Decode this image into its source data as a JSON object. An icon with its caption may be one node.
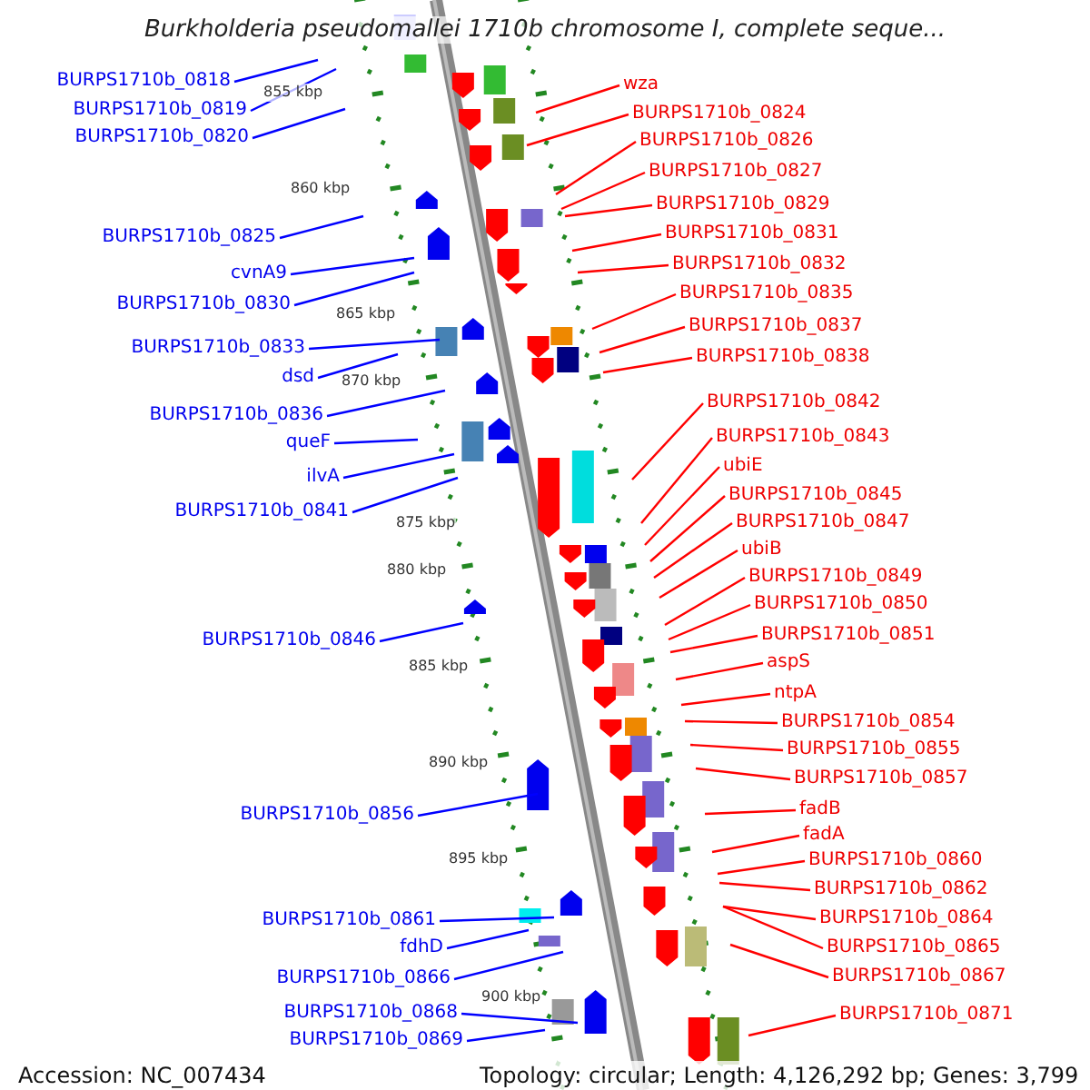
{
  "diagram": {
    "title": "Burkholderia pseudomallei 1710b chromosome I, complete seque...",
    "nodes": [
      {
        "text": [
          "BURPS1710b_0818"
        ]
      },
      {
        "text": [
          "BURPS1710b_0819"
        ]
      },
      {
        "text": [
          "BURPS1710b_0820"
        ]
      },
      {
        "text": [
          "BURPS1710b_0825"
        ]
      },
      {
        "text": [
          "cvnA9"
        ]
      },
      {
        "text": [
          "BURPS1710b_0830"
        ]
      },
      {
        "text": [
          "BURPS1710b_0833"
        ]
      },
      {
        "text": [
          "dsd"
        ]
      },
      {
        "text": [
          "BURPS1710b_0836"
        ]
      },
      {
        "text": [
          "queF"
        ]
      },
      {
        "text": [
          "ilvA"
        ]
      },
      {
        "text": [
          "BURPS1710b_0841"
        ]
      },
      {
        "text": [
          "BURPS1710b_0846"
        ]
      },
      {
        "text": [
          "BURPS1710b_0856"
        ]
      },
      {
        "text": [
          "BURPS1710b_0861"
        ]
      },
      {
        "text": [
          "fdhD"
        ]
      },
      {
        "text": [
          "BURPS1710b_0866"
        ]
      },
      {
        "text": [
          "BURPS1710b_0868"
        ]
      },
      {
        "text": [
          "BURPS1710b_0869"
        ]
      },
      {
        "text": [
          "wza"
        ]
      },
      {
        "text": [
          "BURPS1710b_0824"
        ]
      },
      {
        "text": [
          "BURPS1710b_0826"
        ]
      },
      {
        "text": [
          "BURPS1710b_0827"
        ]
      },
      {
        "text": [
          "BURPS1710b_0829"
        ]
      },
      {
        "text": [
          "BURPS1710b_0831"
        ]
      },
      {
        "text": [
          "BURPS1710b_0832"
        ]
      },
      {
        "text": [
          "BURPS1710b_0835"
        ]
      },
      {
        "text": [
          "BURPS1710b_0837"
        ]
      },
      {
        "text": [
          "BURPS1710b_0838"
        ]
      },
      {
        "text": [
          "BURPS1710b_0842"
        ]
      },
      {
        "text": [
          "BURPS1710b_0843"
        ]
      },
      {
        "text": [
          "ubiE"
        ]
      },
      {
        "text": [
          "BURPS1710b_0845"
        ]
      },
      {
        "text": [
          "BURPS1710b_0847"
        ]
      },
      {
        "text": [
          "ubiB"
        ]
      },
      {
        "text": [
          "BURPS1710b_0849"
        ]
      },
      {
        "text": [
          "BURPS1710b_0850"
        ]
      },
      {
        "text": [
          "BURPS1710b_0851"
        ]
      },
      {
        "text": [
          "aspS"
        ]
      },
      {
        "text": [
          "ntpA"
        ]
      },
      {
        "text": [
          "BURPS1710b_0854"
        ]
      },
      {
        "text": [
          "BURPS1710b_0855"
        ]
      },
      {
        "text": [
          "BURPS1710b_0857"
        ]
      },
      {
        "text": [
          "fadB"
        ]
      },
      {
        "text": [
          "fadA"
        ]
      },
      {
        "text": [
          "BURPS1710b_0860"
        ]
      },
      {
        "text": [
          "BURPS1710b_0862"
        ]
      },
      {
        "text": [
          "BURPS1710b_0864"
        ]
      },
      {
        "text": [
          "BURPS1710b_0865"
        ]
      },
      {
        "text": [
          "BURPS1710b_0867"
        ]
      },
      {
        "text": [
          "BURPS1710b_0871"
        ]
      }
    ],
    "edges": [
      {
        "from": 0,
        "to": null,
        "arrow": "none",
        "color": "#0000ff"
      },
      {
        "from": 1,
        "to": null,
        "arrow": "none",
        "color": "#0000ff"
      },
      {
        "from": 2,
        "to": null,
        "arrow": "none",
        "color": "#0000ff"
      },
      {
        "from": 3,
        "to": null,
        "arrow": "none",
        "color": "#0000ff"
      },
      {
        "from": 4,
        "to": null,
        "arrow": "none",
        "color": "#0000ff"
      },
      {
        "from": 5,
        "to": null,
        "arrow": "none",
        "color": "#0000ff"
      },
      {
        "from": 6,
        "to": null,
        "arrow": "none",
        "color": "#0000ff"
      },
      {
        "from": 7,
        "to": null,
        "arrow": "none",
        "color": "#0000ff"
      },
      {
        "from": 8,
        "to": null,
        "arrow": "none",
        "color": "#0000ff"
      },
      {
        "from": 9,
        "to": null,
        "arrow": "none",
        "color": "#0000ff"
      },
      {
        "from": 10,
        "to": null,
        "arrow": "none",
        "color": "#0000ff"
      },
      {
        "from": 11,
        "to": null,
        "arrow": "none",
        "color": "#0000ff"
      },
      {
        "from": 12,
        "to": null,
        "arrow": "none",
        "color": "#0000ff"
      },
      {
        "from": 13,
        "to": null,
        "arrow": "none",
        "color": "#0000ff"
      },
      {
        "from": 14,
        "to": null,
        "arrow": "none",
        "color": "#0000ff"
      },
      {
        "from": 15,
        "to": null,
        "arrow": "none",
        "color": "#0000ff"
      },
      {
        "from": 16,
        "to": null,
        "arrow": "none",
        "color": "#0000ff"
      },
      {
        "from": 17,
        "to": null,
        "arrow": "none",
        "color": "#0000ff"
      },
      {
        "from": 18,
        "to": null,
        "arrow": "none",
        "color": "#0000ff"
      },
      {
        "from": 19,
        "to": null,
        "arrow": "none"
      },
      {
        "from": 20,
        "to": null,
        "arrow": "none"
      },
      {
        "from": 21,
        "to": null,
        "arrow": "none"
      },
      {
        "from": 22,
        "to": null,
        "arrow": "none"
      },
      {
        "from": 23,
        "to": null,
        "arrow": "none"
      },
      {
        "from": 24,
        "to": null,
        "arrow": "none"
      },
      {
        "from": 25,
        "to": null,
        "arrow": "none"
      },
      {
        "from": 26,
        "to": null,
        "arrow": "none"
      },
      {
        "from": 27,
        "to": null,
        "arrow": "none"
      },
      {
        "from": 28,
        "to": null,
        "arrow": "none"
      },
      {
        "from": 29,
        "to": null,
        "arrow": "none"
      },
      {
        "from": 30,
        "to": null,
        "arrow": "none"
      },
      {
        "from": 31,
        "to": null,
        "arrow": "none"
      },
      {
        "from": 32,
        "to": null,
        "arrow": "none"
      },
      {
        "from": 33,
        "to": null,
        "arrow": "none"
      },
      {
        "from": 34,
        "to": null,
        "arrow": "none"
      },
      {
        "from": 35,
        "to": null,
        "arrow": "none"
      },
      {
        "from": 36,
        "to": null,
        "arrow": "none"
      },
      {
        "from": 37,
        "to": null,
        "arrow": "none"
      },
      {
        "from": 38,
        "to": null,
        "arrow": "none"
      },
      {
        "from": 39,
        "to": null,
        "arrow": "none"
      },
      {
        "from": 40,
        "to": null,
        "arrow": "none"
      },
      {
        "from": 41,
        "to": null,
        "arrow": "none"
      },
      {
        "from": 42,
        "to": null,
        "arrow": "none"
      },
      {
        "from": 43,
        "to": null,
        "arrow": "none"
      },
      {
        "from": 44,
        "to": null,
        "arrow": "none"
      },
      {
        "from": 45,
        "to": null,
        "arrow": "none"
      },
      {
        "from": 46,
        "to": null,
        "arrow": "none"
      },
      {
        "from": 47,
        "to": null,
        "arrow": "none"
      },
      {
        "from": 48,
        "to": null,
        "arrow": "none"
      },
      {
        "from": 49,
        "to": null,
        "arrow": "none"
      },
      {
        "from": 50,
        "to": null,
        "arrow": "none"
      }
    ],
    "labels": [
      "855 kbp",
      "860 kbp",
      "865 kbp",
      "870 kbp",
      "875 kbp",
      "880 kbp",
      "885 kbp",
      "890 kbp",
      "895 kbp",
      "900 kbp",
      "Accession: NC_007434",
      "Topology: circular; Length: 4,126,292 bp; Genes: 3,799"
    ]
  }
}
